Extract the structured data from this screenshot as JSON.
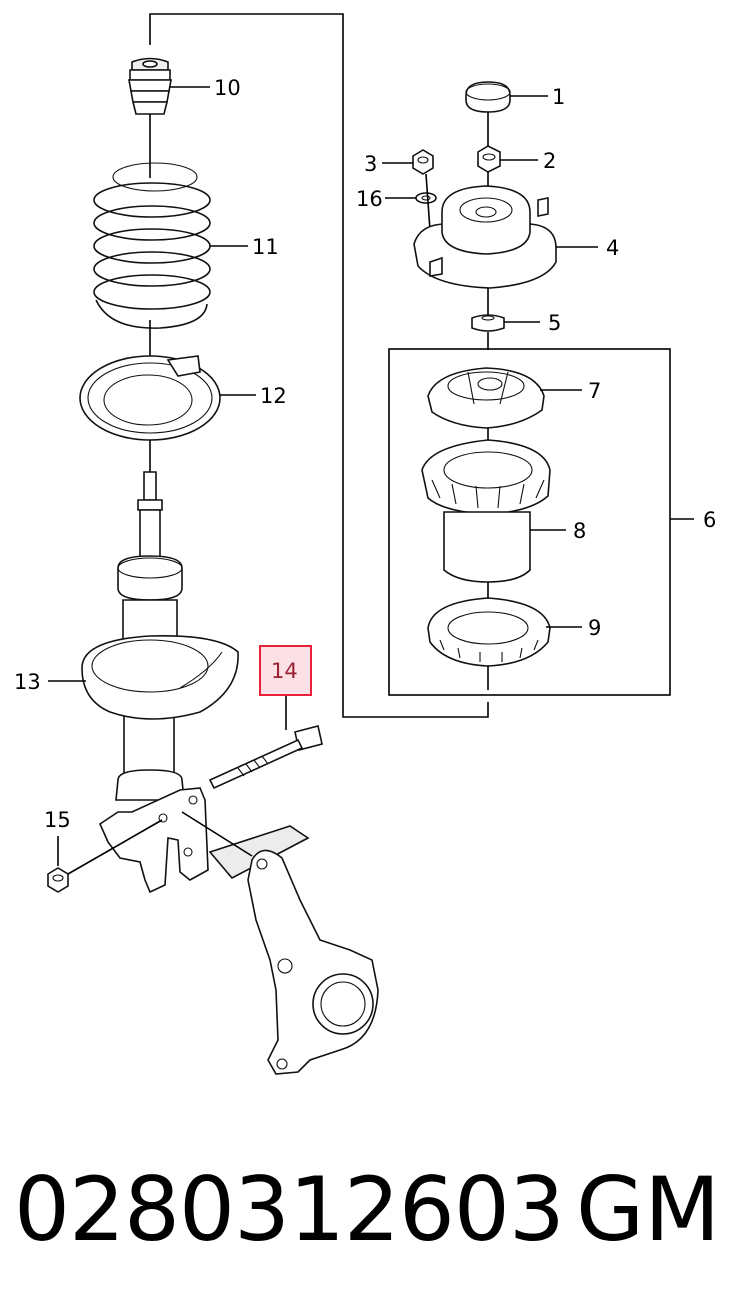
{
  "diagram": {
    "callouts": {
      "c1": "1",
      "c2": "2",
      "c3": "3",
      "c4": "4",
      "c5": "5",
      "c6": "6",
      "c7": "7",
      "c8": "8",
      "c9": "9",
      "c10": "10",
      "c11": "11",
      "c12": "12",
      "c13": "13",
      "c14": "14",
      "c15": "15",
      "c16": "16"
    },
    "highlighted_callout": "14",
    "highlight_color": "#e8203a",
    "highlight_fill": "#fbe1e6"
  },
  "footer": {
    "part_number": "0280312603",
    "brand": "GM"
  }
}
